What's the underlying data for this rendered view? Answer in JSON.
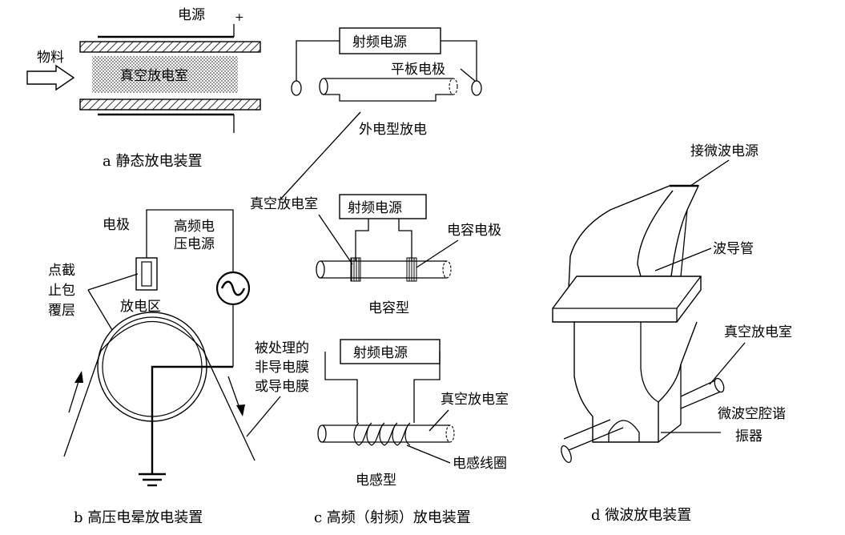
{
  "panel_a": {
    "power_label": "电源",
    "plus_sign": "+",
    "material_label": "物料",
    "chamber_label": "真空放电室",
    "caption": "a  静态放电装置"
  },
  "panel_b": {
    "electrode_label": "电极",
    "hf_power_line1": "高频电",
    "hf_power_line2": "压电源",
    "coating_line1": "点截",
    "coating_line2": "止包",
    "coating_line3": "覆层",
    "zone_label": "放电区",
    "film_line1": "被处理的",
    "film_line2": "非导电膜",
    "film_line3": "或导电膜",
    "caption": "b  高压电晕放电装置"
  },
  "panel_c": {
    "rf_source_label": "射频电源",
    "plate_electrode_label": "平板电极",
    "external_type_label": "外电型放电",
    "vacuum_chamber_label": "真空放电室",
    "capacitor_electrode_label": "电容电极",
    "capacitive_type_label": "电容型",
    "vacuum_chamber_label2": "真空放电室",
    "coil_label": "电感线圈",
    "inductive_type_label": "电感型",
    "caption": "c  高频（射频）放电装置"
  },
  "panel_d": {
    "microwave_source_label": "接微波电源",
    "waveguide_label": "波导管",
    "vacuum_chamber_label": "真空放电室",
    "resonator_line1": "微波空腔谐",
    "resonator_line2": "振器",
    "caption": "d  微波放电装置"
  }
}
